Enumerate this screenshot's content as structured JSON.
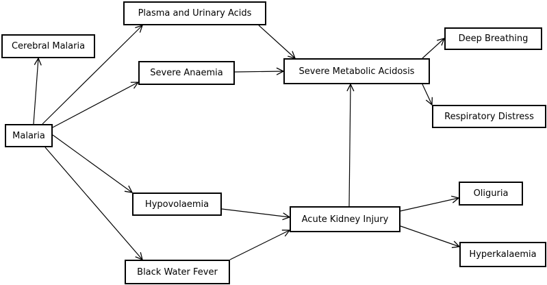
{
  "nodes": {
    "plasma": "Plasma and Urinary Acids",
    "cerebral": "Cerebral Malaria",
    "anaemia": "Severe Anaemia",
    "acidosis": "Severe Metabolic Acidosis",
    "deep": "Deep Breathing",
    "respiratory": "Respiratory Distress",
    "malaria": "Malaria",
    "hypovol": "Hypovolaemia",
    "aki": "Acute Kidney Injury",
    "oliguria": "Oliguria",
    "bwf": "Black Water Fever",
    "hyperk": "Hyperkalaemia"
  },
  "edges": [
    [
      "malaria",
      "cerebral"
    ],
    [
      "malaria",
      "plasma"
    ],
    [
      "malaria",
      "anaemia"
    ],
    [
      "malaria",
      "hypovol"
    ],
    [
      "malaria",
      "bwf"
    ],
    [
      "plasma",
      "acidosis"
    ],
    [
      "anaemia",
      "acidosis"
    ],
    [
      "acidosis",
      "deep"
    ],
    [
      "acidosis",
      "respiratory"
    ],
    [
      "hypovol",
      "aki"
    ],
    [
      "bwf",
      "aki"
    ],
    [
      "aki",
      "acidosis"
    ],
    [
      "aki",
      "oliguria"
    ],
    [
      "aki",
      "hyperk"
    ]
  ]
}
